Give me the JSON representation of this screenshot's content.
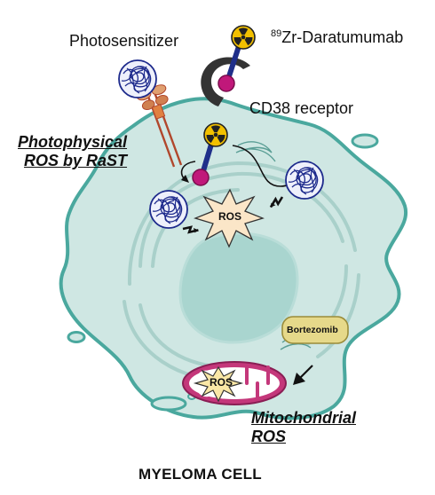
{
  "labels": {
    "photosensitizer": "Photosensitizer",
    "zr_isotope": "89",
    "zr_agent": "Zr-Daratumumab",
    "cd38_receptor": "CD38 receptor",
    "photophysical_line1": "Photophysical",
    "photophysical_line2": "ROS by RaST",
    "ros_center": "ROS",
    "bortezomib": "Bortezomib",
    "ros_mito": "ROS",
    "mitochondrial_line1": "Mitochondrial",
    "mitochondrial_line2": "ROS",
    "cell_title": "MYELOMA CELL"
  },
  "colors": {
    "cell_fill": "#cfe7e3",
    "cell_outline": "#4aa89e",
    "nucleus_fill": "#a9d5cf",
    "er_stroke": "#a9d0ca",
    "radiation_yellow": "#f2c000",
    "antibody_magenta": "#c0187a",
    "nanoparticle_blue": "#1d2a8c",
    "ros_star": "#fbe6c8",
    "bortezomib_fill": "#e6d98a",
    "mitochondria": "#c4377a"
  },
  "icons": [
    "radiation-icon",
    "nanoparticle-icon",
    "antibody-icon",
    "lightning-icon",
    "ros-star-icon",
    "mitochondrion-icon",
    "arrow-icon"
  ]
}
